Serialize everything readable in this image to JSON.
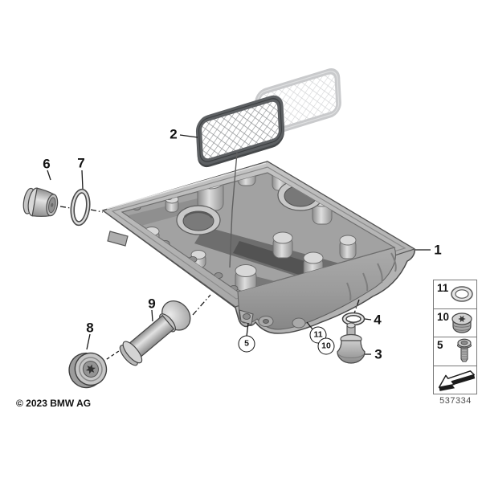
{
  "copyright": "© 2023 BMW AG",
  "diagram_number": "537334",
  "callouts": {
    "c1": {
      "label": "1"
    },
    "c2": {
      "label": "2"
    },
    "c3": {
      "label": "3"
    },
    "c4": {
      "label": "4"
    },
    "c5": {
      "label": "5"
    },
    "c6": {
      "label": "6"
    },
    "c7": {
      "label": "7"
    },
    "c8": {
      "label": "8"
    },
    "c9": {
      "label": "9"
    },
    "c10": {
      "label": "10"
    },
    "c11": {
      "label": "11"
    }
  },
  "legend": {
    "rows": [
      {
        "label": "11",
        "icon": "seal-ring-icon"
      },
      {
        "label": "10",
        "icon": "screw-plug-icon"
      },
      {
        "label": "5",
        "icon": "bolt-icon"
      },
      {
        "label": "",
        "icon": "direction-arrow-icon"
      }
    ]
  },
  "colors": {
    "line": "#1a1a1a",
    "metal_light": "#d8d8d8",
    "metal_mid": "#b0b0b0",
    "metal_dark": "#6a6a6a",
    "mesh_frame_dark": "#595c5e",
    "mesh_frame_light": "#c9cacc"
  }
}
